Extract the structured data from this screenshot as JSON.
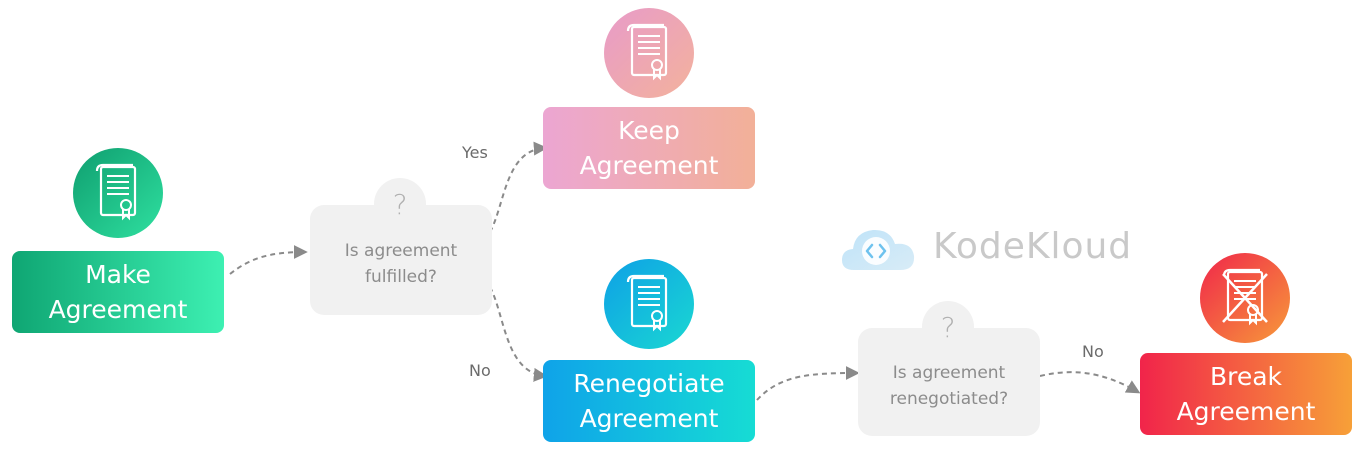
{
  "nodes": {
    "make": {
      "line1": "Make",
      "line2": "Agreement"
    },
    "keep": {
      "line1": "Keep",
      "line2": "Agreement"
    },
    "renegotiate": {
      "line1": "Renegotiate",
      "line2": "Agreement"
    },
    "break": {
      "line1": "Break",
      "line2": "Agreement"
    }
  },
  "decisions": {
    "fulfilled": {
      "symbol": "?",
      "line1": "Is agreement",
      "line2": "fulfilled?"
    },
    "renegotiated": {
      "symbol": "?",
      "line1": "Is agreement",
      "line2": "renegotiated?"
    }
  },
  "edge_labels": {
    "yes": "Yes",
    "no_fulfilled": "No",
    "no_renegotiated": "No"
  },
  "brand": {
    "name": "KodeKloud"
  },
  "colors": {
    "make": [
      "#12a877",
      "#3cf0b0"
    ],
    "keep": [
      "#eaa6d0",
      "#f2b09a"
    ],
    "renegotiate": [
      "#0fa6e8",
      "#18ddd6"
    ],
    "break": [
      "#f0254a",
      "#f7a03a"
    ],
    "decision": "#f1f1f1",
    "connector": "#8a8a8a"
  },
  "icons": {
    "make": "certificate-icon",
    "keep": "certificate-icon",
    "renegotiate": "certificate-icon",
    "break": "cancelled-certificate-icon",
    "brand": "cloud-code-icon"
  }
}
